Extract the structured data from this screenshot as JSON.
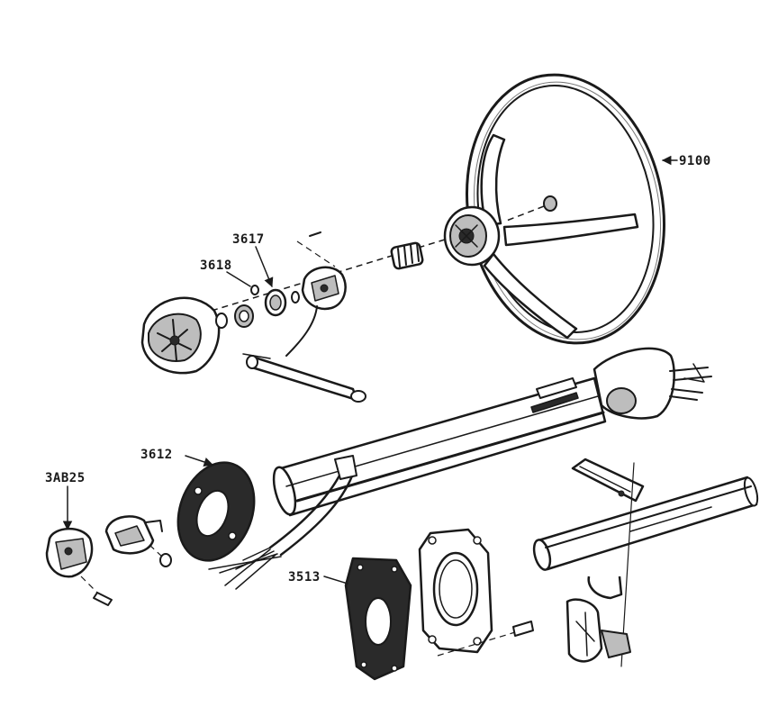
{
  "callouts": {
    "wheel": "9100",
    "bushing_3617": "3617",
    "spring_3618": "3618",
    "insulator_3612": "3612",
    "plate_3513": "3513",
    "bracket_3ab25": "3AB25"
  },
  "colors": {
    "ink": "#1a1a1a",
    "paper": "#ffffff",
    "dark_fill": "#2a2a2a",
    "shade": "#bdbdbd"
  }
}
